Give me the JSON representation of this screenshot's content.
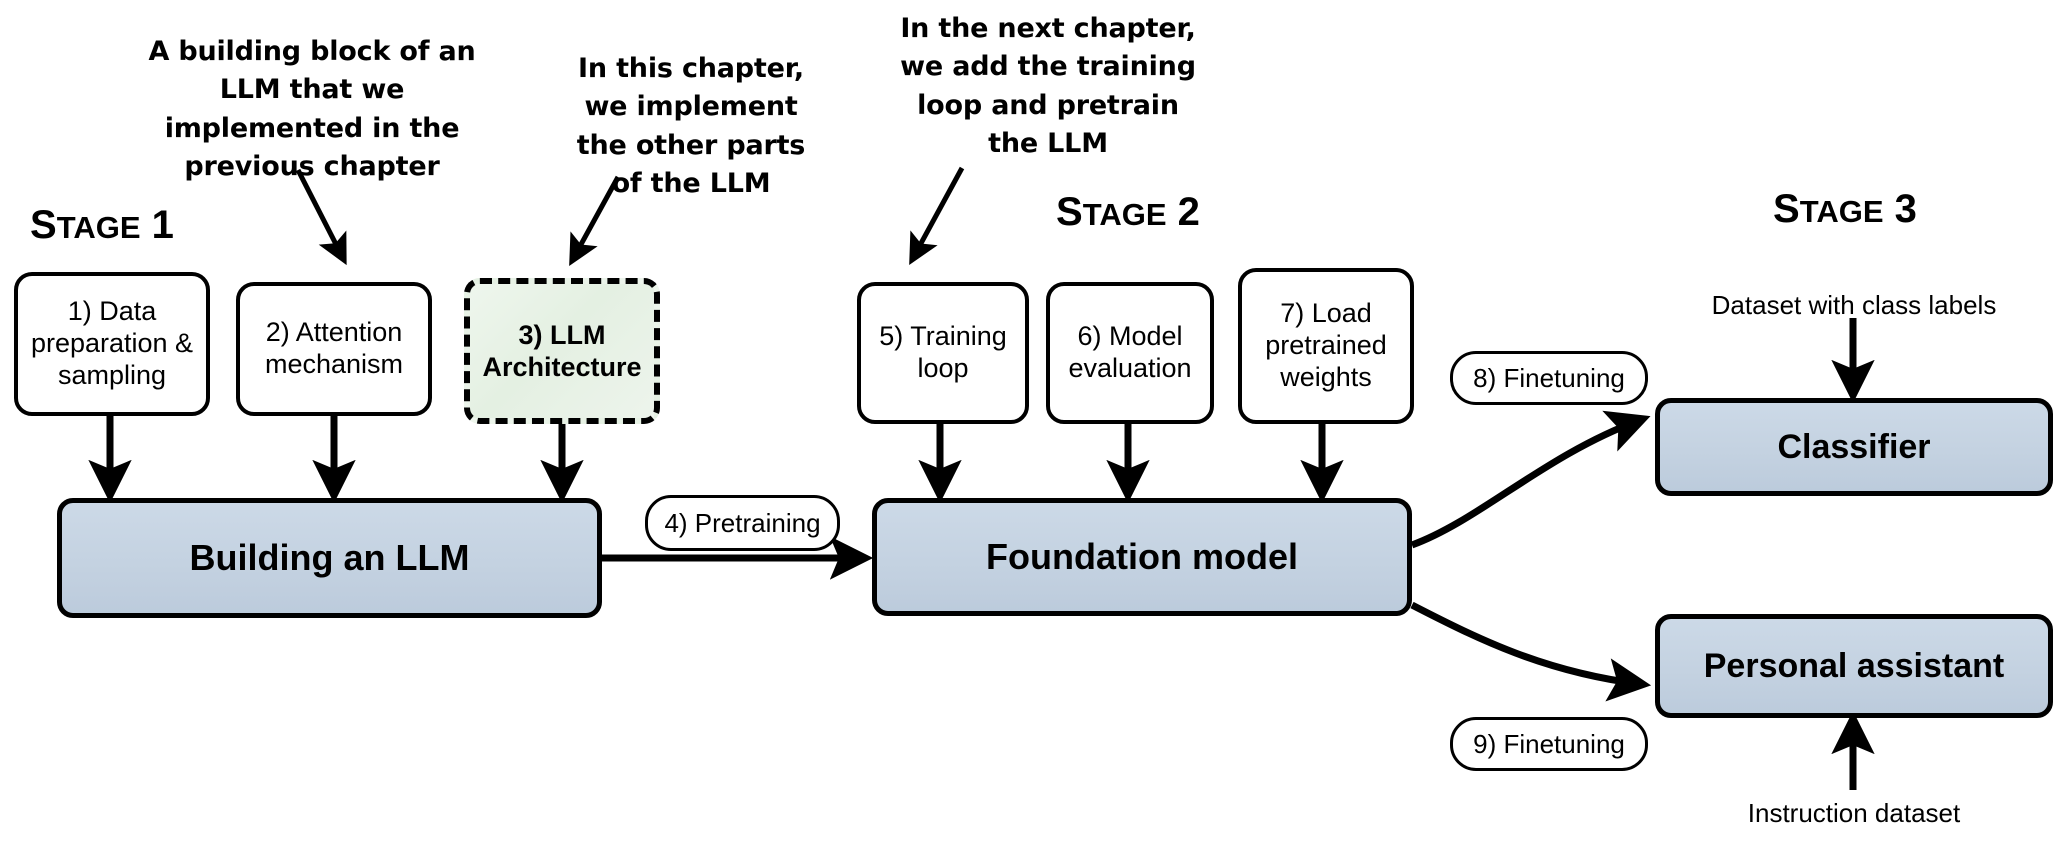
{
  "diagram": {
    "title": "Three-stage LLM build process",
    "background_color": "#ffffff",
    "accent_blue": "#c6d3e2",
    "accent_green": "#e7f1e5",
    "line_color": "#000000"
  },
  "notes": [
    {
      "id": "note-prev-chapter",
      "text": "A building block of an LLM that we implemented in the previous chapter"
    },
    {
      "id": "note-this-chapter",
      "text": "In this chapter, we implement the other parts of the LLM"
    },
    {
      "id": "note-next-chapter",
      "text": "In the next chapter, we add the training loop and pretrain the LLM"
    }
  ],
  "stages": [
    {
      "id": "stage-1",
      "first": "S",
      "rest": "TAGE",
      "number": "1"
    },
    {
      "id": "stage-2",
      "first": "S",
      "rest": "TAGE",
      "number": "2"
    },
    {
      "id": "stage-3",
      "first": "S",
      "rest": "TAGE",
      "number": "3"
    }
  ],
  "steps": {
    "data_preparation": "1) Data preparation & sampling",
    "attention": "2) Attention mechanism",
    "architecture": "3) LLM Architecture",
    "pretraining": "4) Pretraining",
    "training_loop": "5) Training loop",
    "model_evaluation": "6) Model evaluation",
    "load_weights": "7) Load pretrained weights",
    "finetuning_classifier": "8) Finetuning",
    "finetuning_assistant": "9) Finetuning"
  },
  "outputs": {
    "building_llm": "Building an LLM",
    "foundation_model": "Foundation model",
    "classifier": "Classifier",
    "personal_assistant": "Personal assistant"
  },
  "captions": {
    "class_dataset": "Dataset with class labels",
    "instruction_dataset": "Instruction dataset"
  }
}
